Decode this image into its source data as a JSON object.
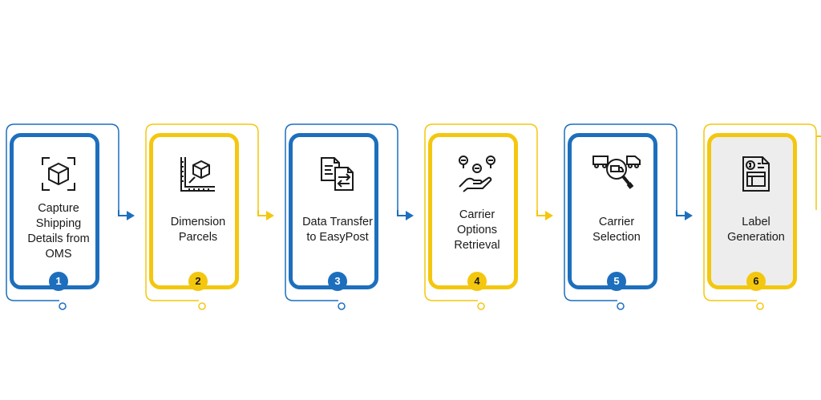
{
  "colors": {
    "blue": "#1d6fbd",
    "yellow": "#f4c70f",
    "grey_card": "#ededed",
    "text": "#1a1a1a"
  },
  "steps": [
    {
      "number": "1",
      "label": "Capture\nShipping\nDetails from\nOMS",
      "color": "blue",
      "icon": "scan-box-icon"
    },
    {
      "number": "2",
      "label": "Dimension\nParcels",
      "color": "yellow",
      "icon": "dimension-ruler-icon"
    },
    {
      "number": "3",
      "label": "Data Transfer\nto EasyPost",
      "color": "blue",
      "icon": "file-transfer-icon"
    },
    {
      "number": "4",
      "label": "Carrier\nOptions\nRetrieval",
      "color": "yellow",
      "icon": "hand-options-icon"
    },
    {
      "number": "5",
      "label": "Carrier\nSelection",
      "color": "blue",
      "icon": "truck-search-icon"
    },
    {
      "number": "6",
      "label": "Label\nGeneration",
      "color": "yellow",
      "icon": "invoice-label-icon"
    }
  ]
}
